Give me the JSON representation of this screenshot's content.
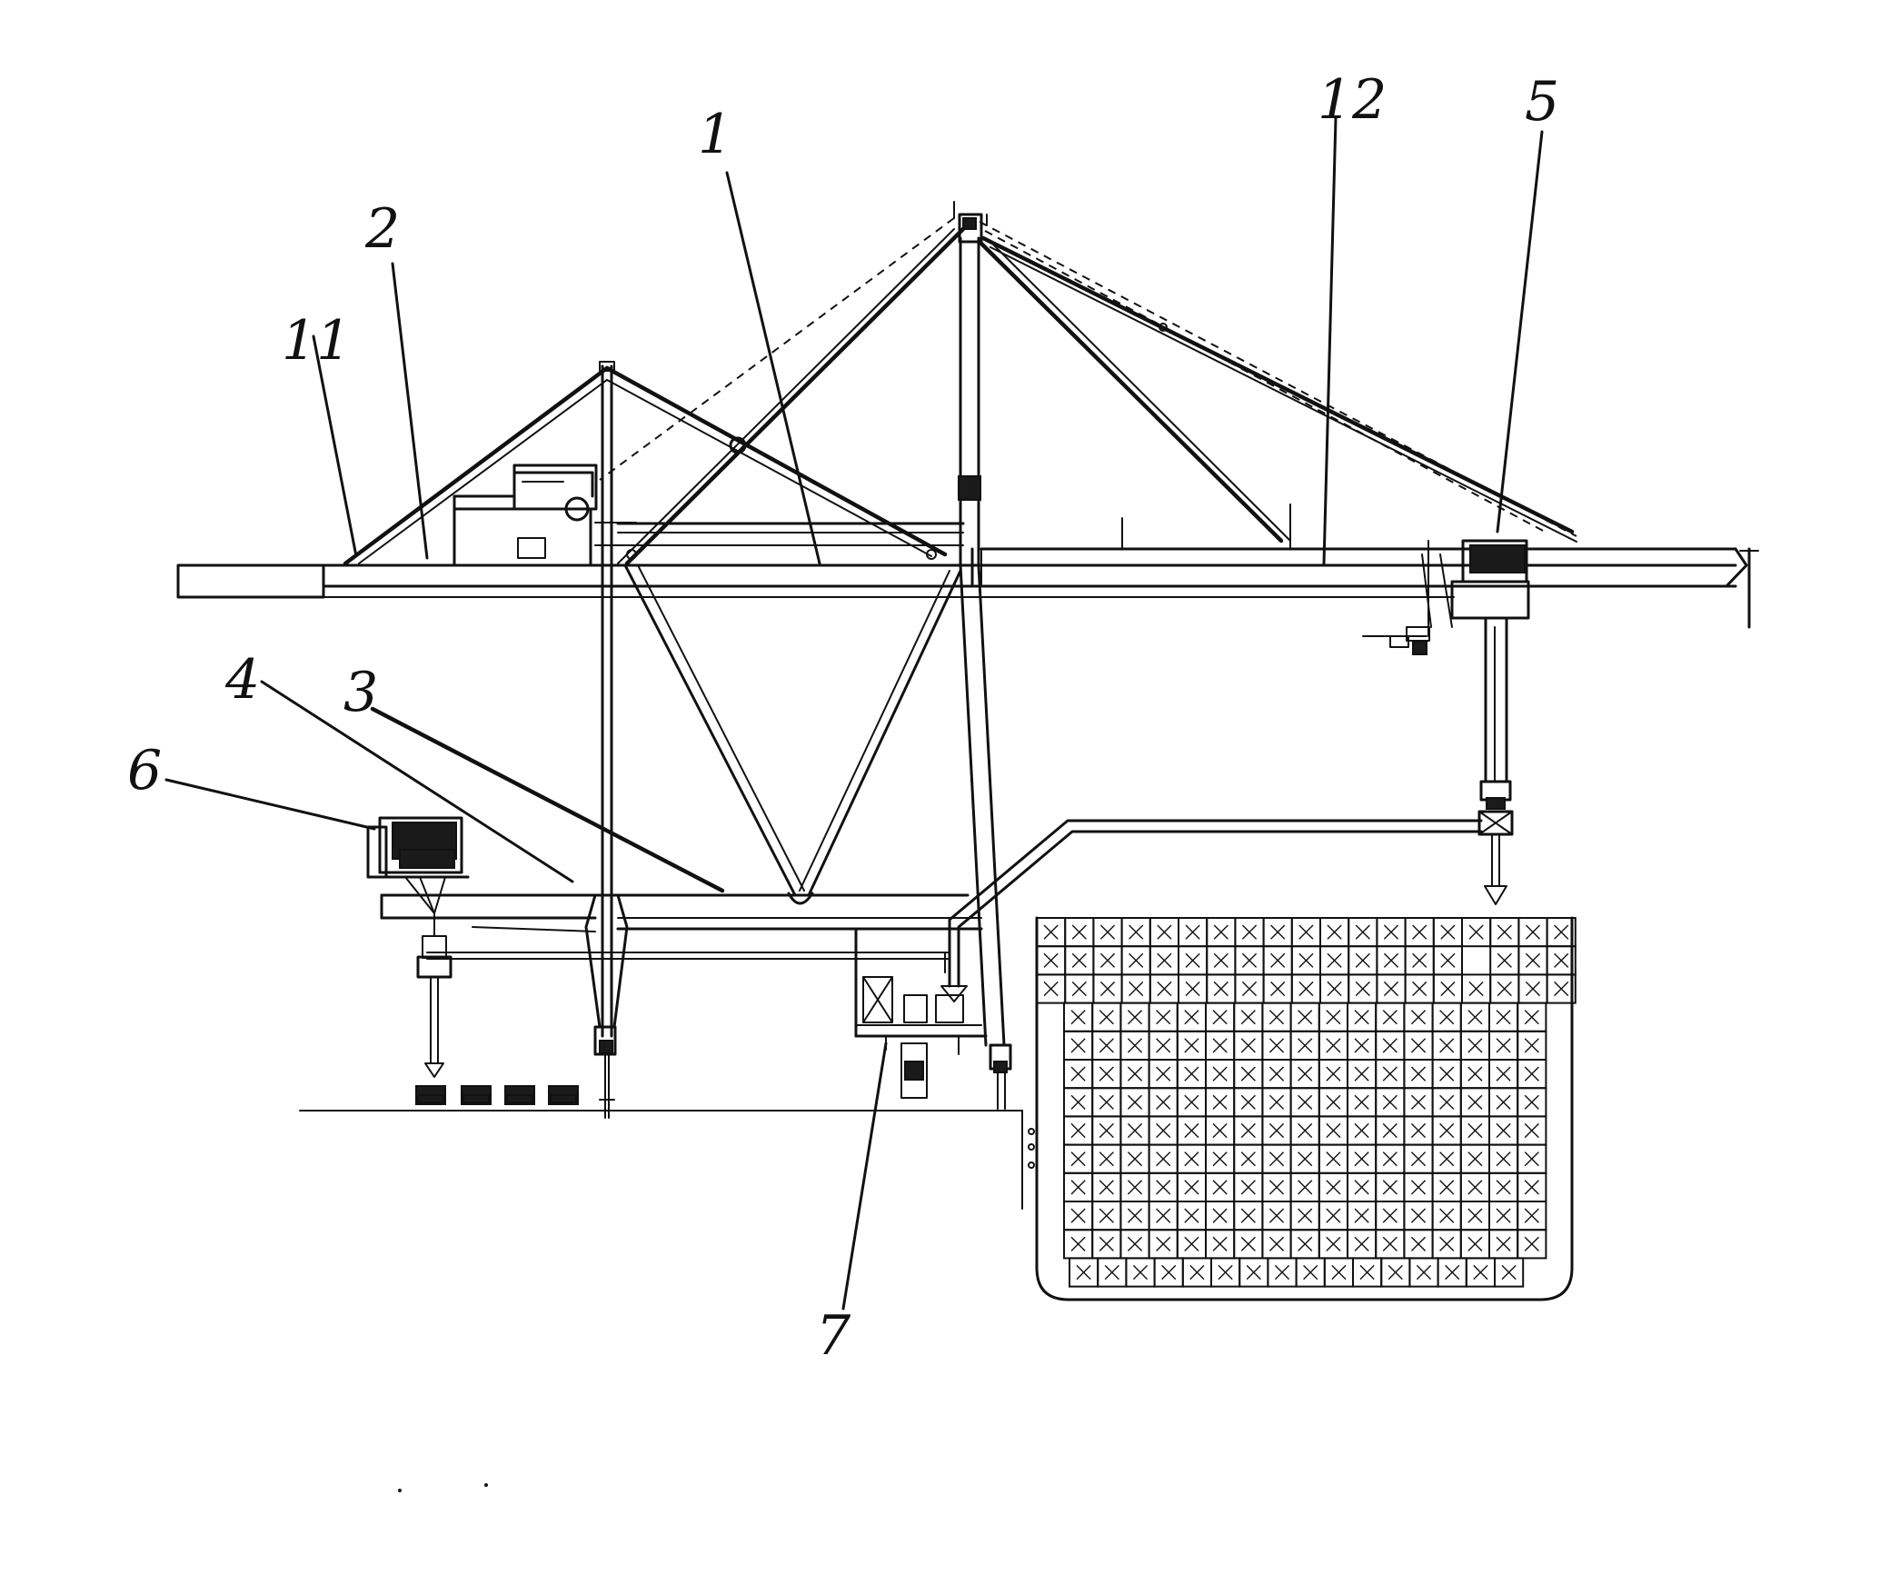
{
  "figure": {
    "labels": [
      {
        "id": "1",
        "text": "1"
      },
      {
        "id": "2",
        "text": "2"
      },
      {
        "id": "3",
        "text": "3"
      },
      {
        "id": "4",
        "text": "4"
      },
      {
        "id": "5",
        "text": "5"
      },
      {
        "id": "6",
        "text": "6"
      },
      {
        "id": "7",
        "text": "7"
      },
      {
        "id": "11",
        "text": "11"
      },
      {
        "id": "12",
        "text": "12"
      }
    ]
  }
}
